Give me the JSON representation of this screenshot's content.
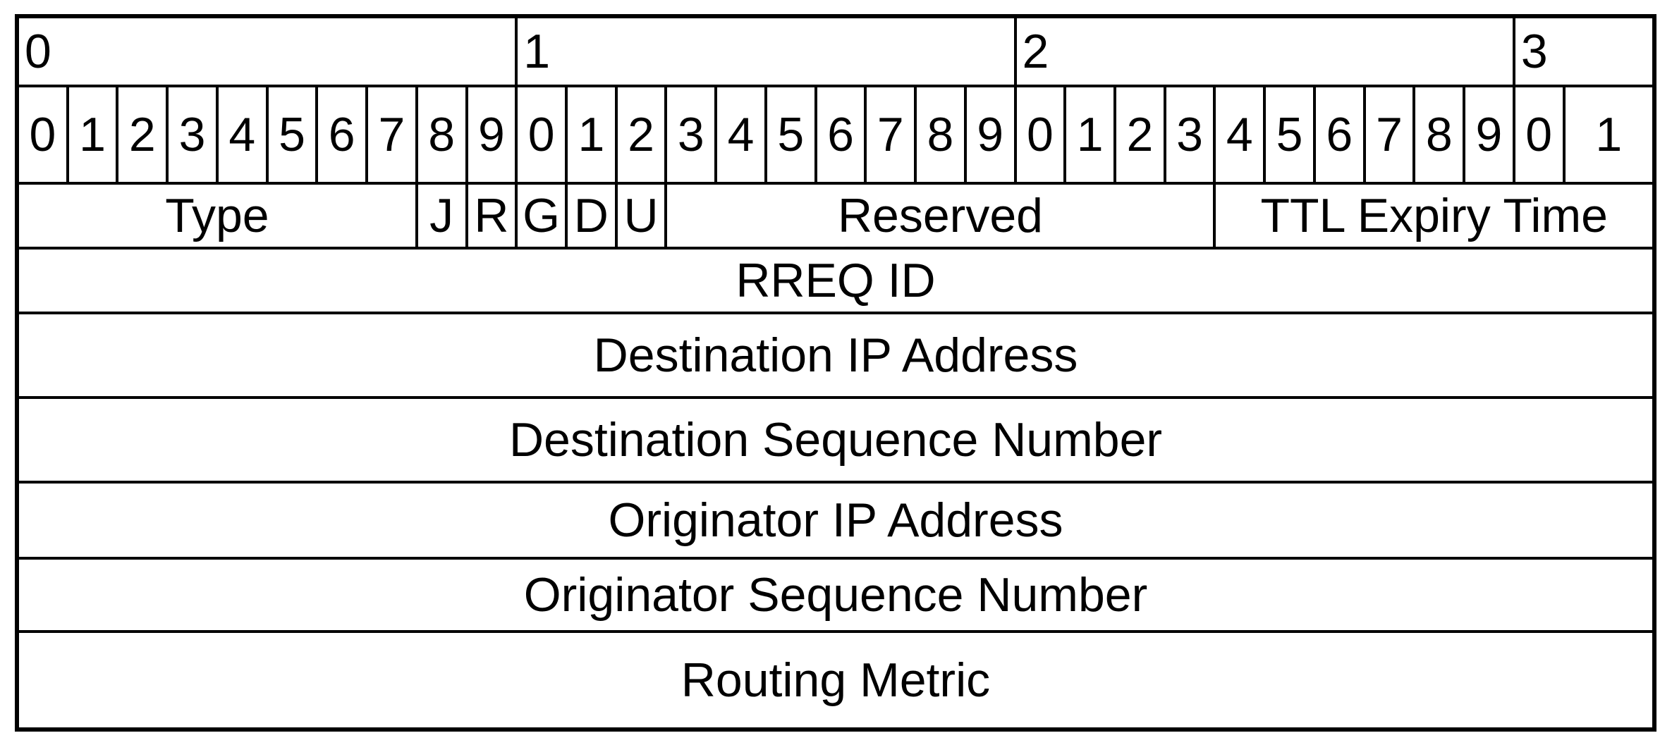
{
  "diagram": {
    "ruler": {
      "tens": [
        "0",
        "1",
        "2",
        "3"
      ],
      "bits": [
        "0",
        "1",
        "2",
        "3",
        "4",
        "5",
        "6",
        "7",
        "8",
        "9",
        "0",
        "1",
        "2",
        "3",
        "4",
        "5",
        "6",
        "7",
        "8",
        "9",
        "0",
        "1",
        "2",
        "3",
        "4",
        "5",
        "6",
        "7",
        "8",
        "9",
        "0",
        "1"
      ]
    },
    "fields": {
      "type": {
        "label": "Type",
        "bits": 8
      },
      "flag_j": {
        "label": "J",
        "bits": 1
      },
      "flag_r": {
        "label": "R",
        "bits": 1
      },
      "flag_g": {
        "label": "G",
        "bits": 1
      },
      "flag_d": {
        "label": "D",
        "bits": 1
      },
      "flag_u": {
        "label": "U",
        "bits": 1
      },
      "reserved": {
        "label": "Reserved",
        "bits": 11
      },
      "ttl_expiry_time": {
        "label": "TTL Expiry Time",
        "bits": 8
      }
    },
    "words": [
      {
        "label": "RREQ ID",
        "bits": 32
      },
      {
        "label": "Destination IP Address",
        "bits": 32
      },
      {
        "label": "Destination Sequence Number",
        "bits": 32
      },
      {
        "label": "Originator IP Address",
        "bits": 32
      },
      {
        "label": "Originator Sequence Number",
        "bits": 32
      },
      {
        "label": "Routing Metric",
        "bits": 32
      }
    ],
    "colors": {
      "line": "#000000",
      "background": "#ffffff",
      "text": "#000000"
    }
  }
}
